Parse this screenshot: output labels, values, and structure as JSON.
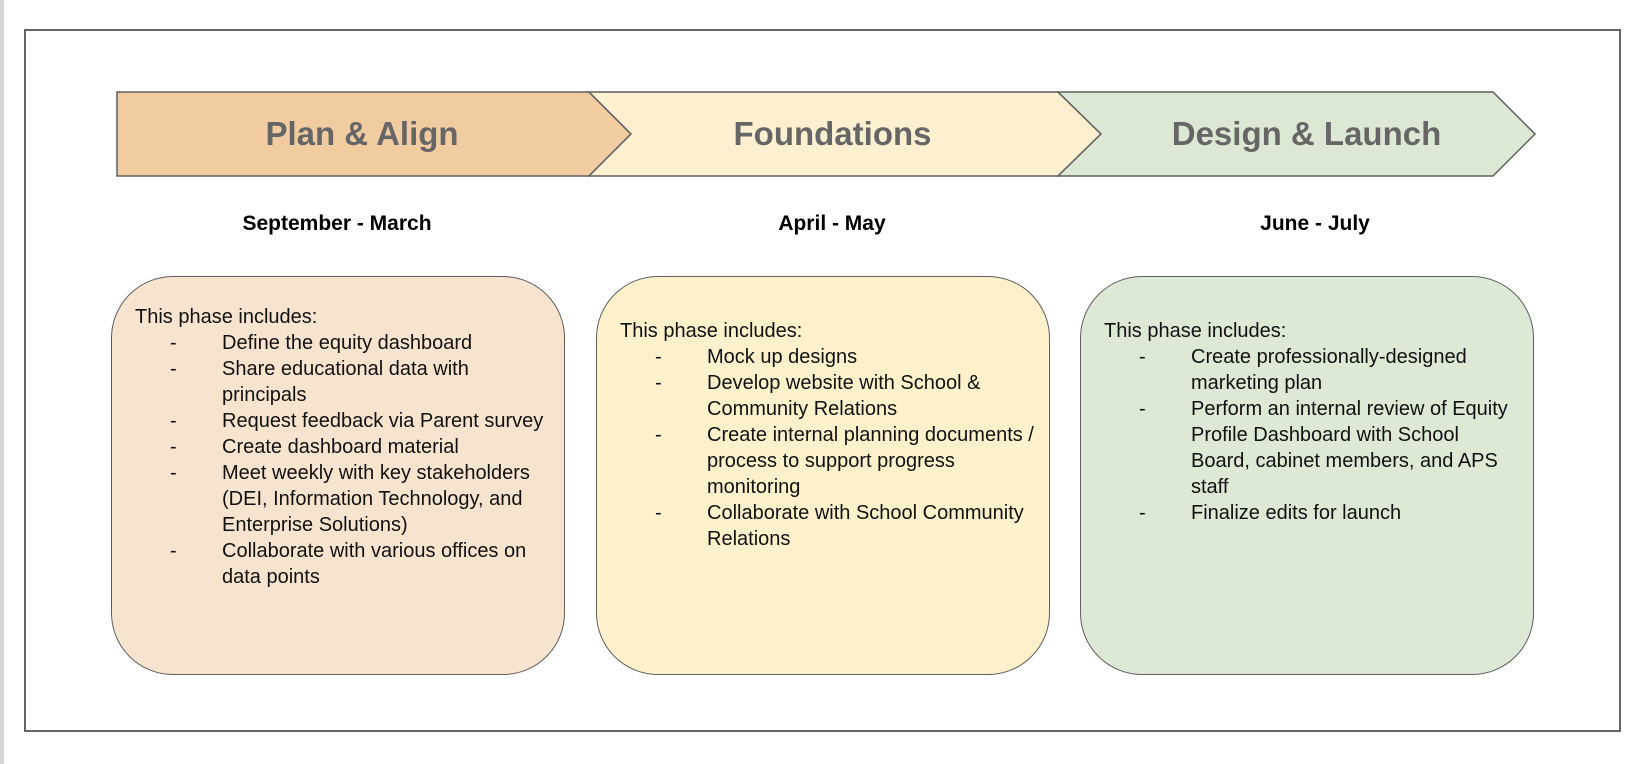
{
  "phases": [
    {
      "title": "Plan & Align",
      "dates": "September - March",
      "intro": "This phase includes:",
      "items": [
        "Define the equity dashboard",
        "Share educational data with principals",
        "Request feedback via Parent survey",
        "Create dashboard material",
        "Meet weekly with key stakeholders (DEI, Information Technology, and Enterprise Solutions)",
        "Collaborate with various offices on data points"
      ],
      "arrow_color": "#f1cca0",
      "box_color": "#f7e4cf"
    },
    {
      "title": "Foundations",
      "dates": "April - May",
      "intro": "This phase includes:",
      "items": [
        "Mock up designs",
        "Develop website with School & Community Relations",
        "Create internal planning documents / process to support progress monitoring",
        "Collaborate with School Community Relations"
      ],
      "arrow_color": "#fcf0d0",
      "box_color": "#fdf1cc"
    },
    {
      "title": "Design & Launch",
      "dates": "June - July",
      "intro": "This phase includes:",
      "items": [
        "Create professionally-designed marketing plan",
        "Perform an internal review of Equity Profile Dashboard with School Board, cabinet members, and APS staff",
        "Finalize edits for launch"
      ],
      "arrow_color": "#dce7d4",
      "box_color": "#dde8d5"
    }
  ],
  "bullet": "-"
}
